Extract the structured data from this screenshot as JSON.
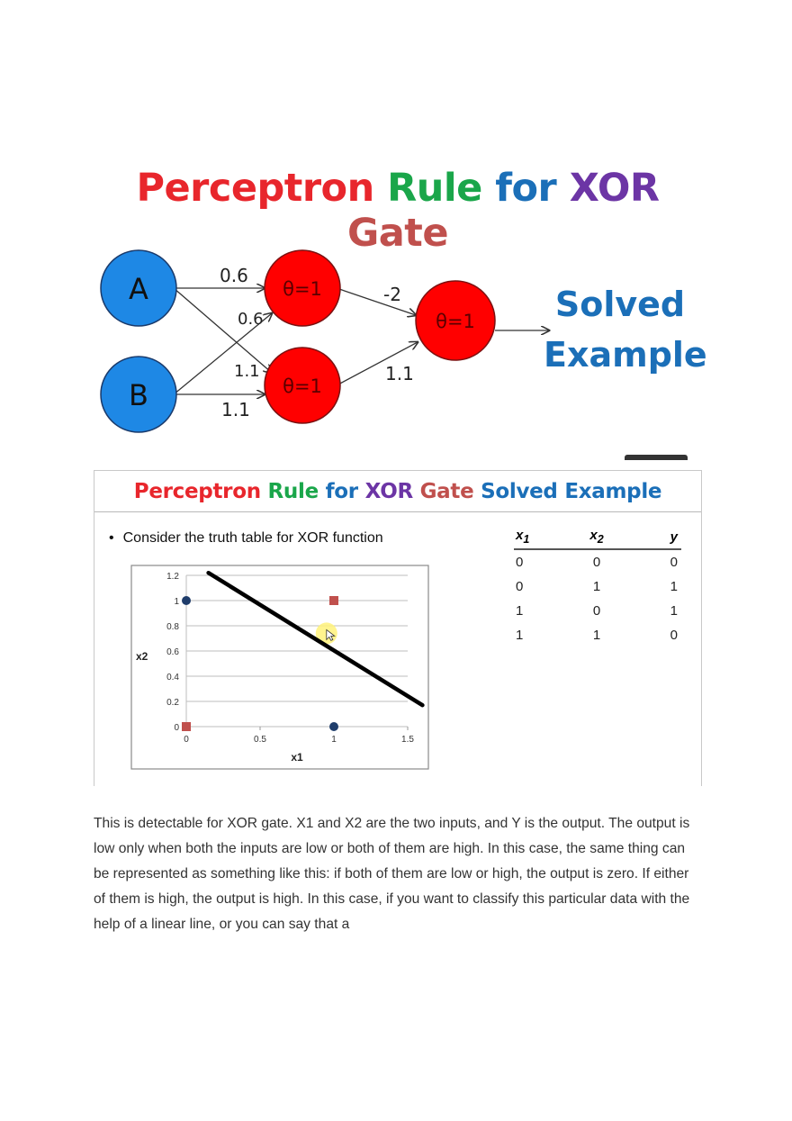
{
  "banner": {
    "title_words": [
      {
        "text": "Perceptron",
        "color": "#e8262c"
      },
      {
        "text": "Rule",
        "color": "#1aa64a"
      },
      {
        "text": "for",
        "color": "#1b6fb8"
      },
      {
        "text": "XOR",
        "color": "#6c35a5"
      },
      {
        "text": "Gate",
        "color": "#c0504d"
      }
    ],
    "nodes": {
      "a": "A",
      "b": "B",
      "h1": "θ=1",
      "h2": "θ=1",
      "out": "θ=1"
    },
    "weights": {
      "a_h1": "0.6",
      "b_h1": "0.6",
      "a_h2": "1.1",
      "b_h2": "1.1",
      "h1_out": "-2",
      "h2_out": "1.1"
    },
    "solved_line1": "Solved",
    "solved_line2": "Example",
    "colors": {
      "input_node": "#1e88e5",
      "hidden_node": "#ff0000",
      "solved_text": "#1b6fb8"
    }
  },
  "slide": {
    "title_words": [
      {
        "text": "Perceptron",
        "color": "#e8262c"
      },
      {
        "text": "Rule",
        "color": "#1aa64a"
      },
      {
        "text": "for",
        "color": "#1b6fb8"
      },
      {
        "text": "XOR",
        "color": "#6c35a5"
      },
      {
        "text": "Gate",
        "color": "#c0504d"
      },
      {
        "text": "Solved",
        "color": "#1b6fb8"
      },
      {
        "text": "Example",
        "color": "#1b6fb8"
      }
    ],
    "bullet": "Consider the truth table for XOR function",
    "truth_table": {
      "headers": [
        "x1",
        "x2",
        "y"
      ],
      "rows": [
        [
          "0",
          "0",
          "0"
        ],
        [
          "0",
          "1",
          "1"
        ],
        [
          "1",
          "0",
          "1"
        ],
        [
          "1",
          "1",
          "0"
        ]
      ]
    }
  },
  "chart_data": {
    "type": "scatter",
    "xlabel": "x1",
    "ylabel": "x2",
    "xlim": [
      0,
      1.5
    ],
    "ylim": [
      0,
      1.2
    ],
    "x_ticks": [
      "0",
      "0.5",
      "1",
      "1.5"
    ],
    "y_ticks": [
      "0",
      "0.2",
      "0.4",
      "0.6",
      "0.8",
      "1",
      "1.2"
    ],
    "grid": true,
    "series": [
      {
        "marker": "circle",
        "color": "#1f3d6b",
        "points": [
          [
            0,
            1
          ],
          [
            1,
            0
          ]
        ]
      },
      {
        "marker": "square",
        "color": "#c0504d",
        "points": [
          [
            0,
            0
          ],
          [
            1,
            1
          ]
        ]
      }
    ],
    "separator_line": {
      "from": [
        0.15,
        1.22
      ],
      "to": [
        1.6,
        0.17
      ],
      "color": "#000000"
    },
    "cursor_highlight": {
      "point": [
        0.95,
        0.74
      ],
      "color": "#fff27a"
    }
  },
  "paragraph": "This is detectable for XOR gate. X1 and X2 are the two inputs, and Y is the output. The output is low only when both the inputs are low or both of them are high. In this case, the same thing can be represented as something like this: if both of them are low or high, the output is zero. If either of them is high, the output is high. In this case, if you want to classify this particular data with the help of a linear line, or you can say that a"
}
